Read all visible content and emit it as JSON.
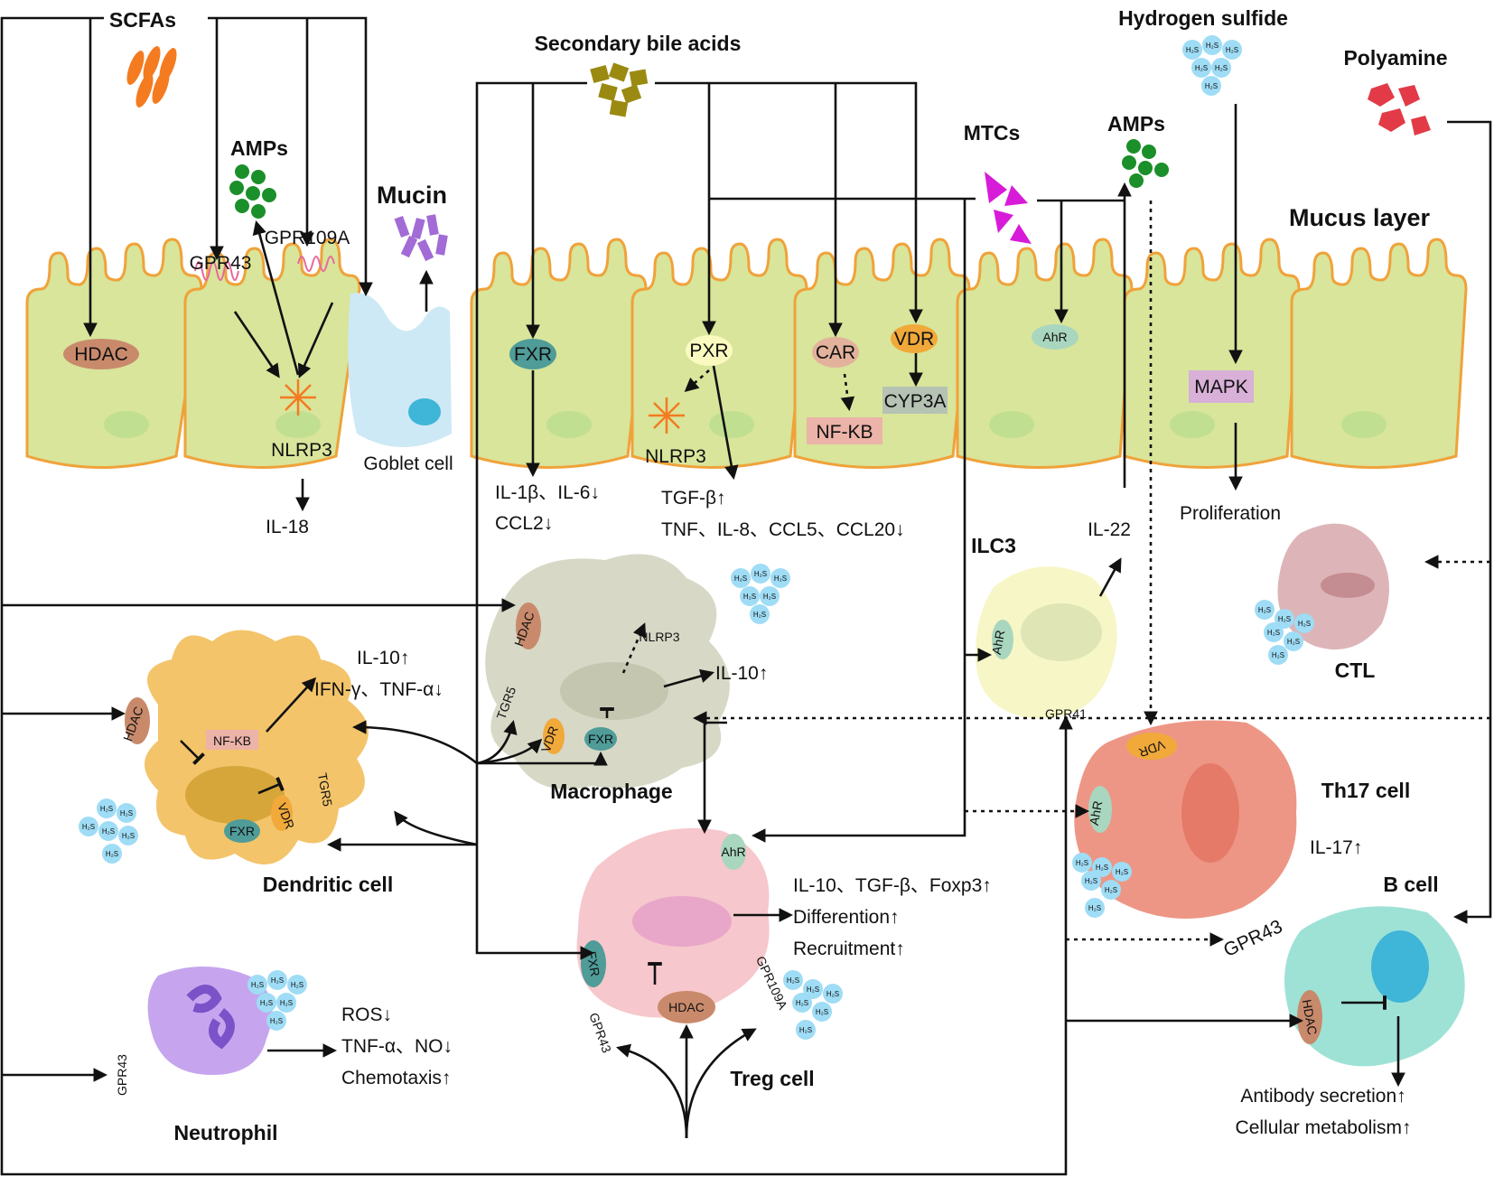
{
  "sources": {
    "scfas": "SCFAs",
    "bile_acids": "Secondary bile acids",
    "h2s": "Hydrogen sulfide",
    "polyamine": "Polyamine",
    "mtcs": "MTCs",
    "amps_left": "AMPs",
    "amps_right": "AMPs",
    "mucin": "Mucin",
    "mucus_layer": "Mucus layer"
  },
  "epithelium": {
    "hdac": "HDAC",
    "gpr43": "GPR43",
    "gpr109a": "GPR109A",
    "nlrp3_a": "NLRP3",
    "il18": "IL-18",
    "goblet": "Goblet cell",
    "fxr": "FXR",
    "fxr_out1": "IL-1β、IL-6↓",
    "fxr_out2": "CCL2↓",
    "pxr": "PXR",
    "nlrp3_b": "NLRP3",
    "pxr_out1": "TGF-β↑",
    "pxr_out2": "TNF、IL-8、CCL5、CCL20↓",
    "car": "CAR",
    "nfkb": "NF-KB",
    "vdr": "VDR",
    "cyp3a": "CYP3A",
    "ahr": "AhR",
    "mapk": "MAPK",
    "proliferation": "Proliferation"
  },
  "immune": {
    "dc_title": "Dendritic cell",
    "dc_out1": "IL-10↑",
    "dc_out2": "IFN-γ、TNF-α↓",
    "dc_hdac": "HDAC",
    "dc_nfkb": "NF-KB",
    "dc_vdr": "VDR",
    "dc_fxr": "FXR",
    "dc_tgr5": "TGR5",
    "mac_title": "Macrophage",
    "mac_hdac": "HDAC",
    "mac_nlrp3": "NLRP3",
    "mac_out": "IL-10↑",
    "mac_tgr5": "TGR5",
    "mac_vdr": "VDR",
    "mac_fxr": "FXR",
    "ilc3_title": "ILC3",
    "ilc3_ahr": "AhR",
    "ilc3_gpr41": "GPR41",
    "il22": "IL-22",
    "ctl_title": "CTL",
    "th17_title": "Th17 cell",
    "th17_vdr": "VDR",
    "th17_ahr": "AhR",
    "th17_gpr43": "GPR43",
    "th17_out": "IL-17↑",
    "treg_title": "Treg cell",
    "treg_ahr": "AhR",
    "treg_fxr": "FXR",
    "treg_hdac": "HDAC",
    "treg_gpr43": "GPR43",
    "treg_gpr109a": "GPR109A",
    "treg_out1": "IL-10、TGF-β、Foxp3↑",
    "treg_out2": "Differention↑",
    "treg_out3": "Recruitment↑",
    "neut_title": "Neutrophil",
    "neut_gpr43": "GPR43",
    "neut_out1": "ROS↓",
    "neut_out2": "TNF-α、NO↓",
    "neut_out3": "Chemotaxis↑",
    "bcell_title": "B cell",
    "bcell_hdac": "HDAC",
    "bcell_out1": "Antibody secretion↑",
    "bcell_out2": "Cellular metabolism↑"
  },
  "h2s_molecule": "H₂S",
  "colors": {
    "epithelium": "#d8e59b",
    "epithelium_border": "#f0a23a",
    "scfa": "#f47b20",
    "bile_acid": "#9a8a12",
    "amp": "#1b8f2a",
    "mucin": "#a26bd6",
    "mtc": "#d81bd8",
    "polyamine": "#e23b47",
    "h2s": "#9fdcf5",
    "dendritic": "#f3c46a",
    "macrophage": "#d7d8c6",
    "ilc3": "#f6f6c7",
    "ctl": "#ddb5b8",
    "th17": "#ee9685",
    "treg": "#f6c7cc",
    "neutrophil": "#c6a5ee",
    "bcell": "#9ee2d6"
  }
}
